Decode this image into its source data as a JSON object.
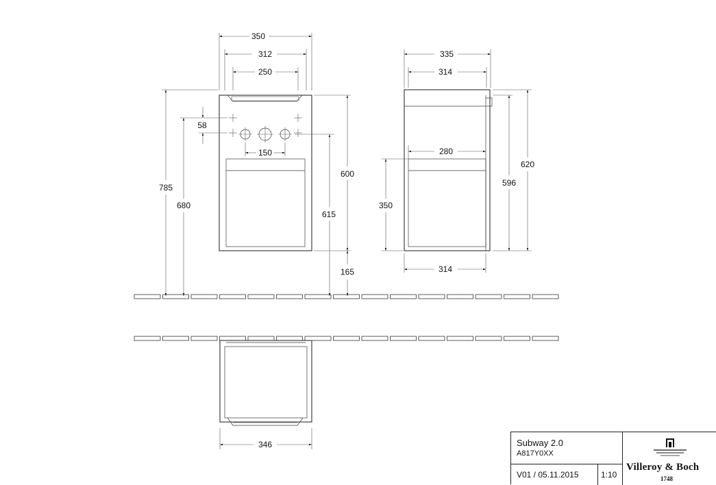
{
  "dimensions": {
    "top_width_350": "350",
    "top_width_312": "312",
    "top_width_250": "250",
    "side_depth_335": "335",
    "side_depth_314_top": "314",
    "height_785": "785",
    "height_680": "680",
    "offset_58": "58",
    "spacing_150": "150",
    "height_600": "600",
    "height_615": "615",
    "height_165": "165",
    "depth_280": "280",
    "height_350": "350",
    "height_596": "596",
    "height_620": "620",
    "side_depth_314_bottom": "314",
    "plan_width_346": "346"
  },
  "title_block": {
    "product_name": "Subway 2.0",
    "article_number": "A817Y0XX",
    "version_date": "V01 / 05.11.2015",
    "scale": "1:10",
    "brand": "Villeroy & Boch",
    "brand_year": "1748"
  },
  "icons": {
    "logo": "villeroy-boch-castle-logo",
    "fitting": "water-fitting-crosshair-icon"
  }
}
